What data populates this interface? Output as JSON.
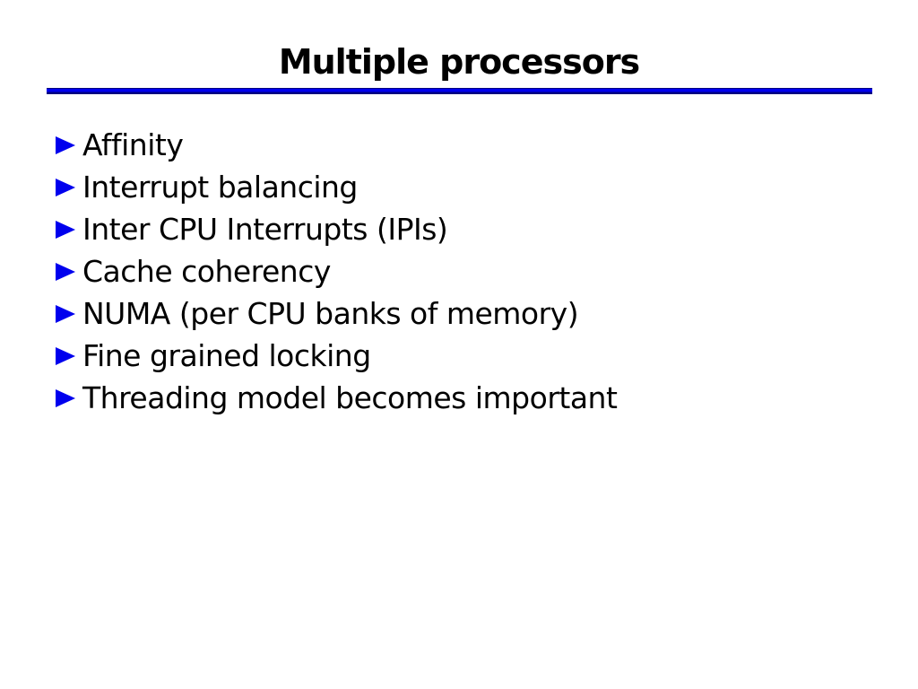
{
  "slide": {
    "title": "Multiple processors",
    "bullets": [
      "Affinity",
      "Interrupt balancing",
      "Inter CPU Interrupts (IPIs)",
      "Cache coherency",
      "NUMA (per CPU banks of memory)",
      "Fine grained locking",
      "Threading model becomes important"
    ],
    "colors": {
      "background": "#ffffff",
      "text": "#000000",
      "bullet": "#0000ee",
      "rule_main": "#0000ee",
      "rule_dark": "#000080"
    }
  }
}
